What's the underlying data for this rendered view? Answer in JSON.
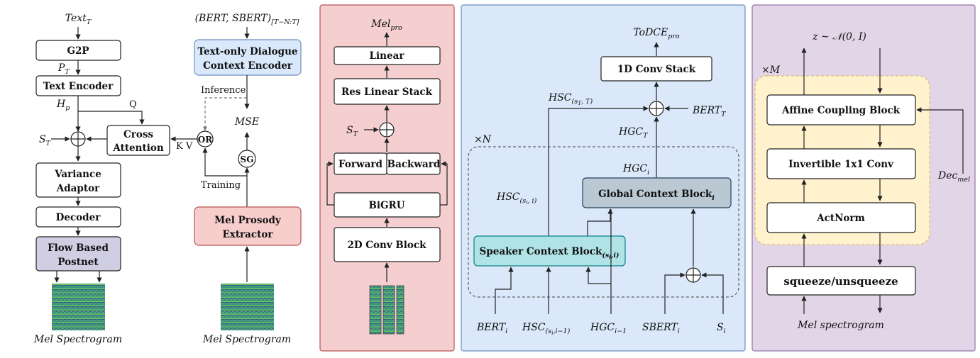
{
  "left": {
    "text_t": "Text",
    "text_t_sub": "T",
    "g2p": "G2P",
    "p_t": "P",
    "p_t_sub": "T",
    "text_encoder": "Text Encoder",
    "h_p": "H",
    "h_p_sub": "p",
    "q": "Q",
    "s_t": "S",
    "s_t_sub": "T",
    "cross_attention_1": "Cross",
    "cross_attention_2": "Attention",
    "kv": "K V",
    "or": "OR",
    "variance_1": "Variance",
    "variance_2": "Adaptor",
    "decoder": "Decoder",
    "postnet_1": "Flow Based",
    "postnet_2": "Postnet",
    "mel_out": "Mel Spectrogram",
    "bert_in": "(BERT, SBERT)",
    "bert_in_sub": "[T−N:T]",
    "dialogue_1": "Text-only Dialogue",
    "dialogue_2": "Context Encoder",
    "inference": "Inference",
    "mse": "MSE",
    "sg": "SG",
    "training": "Training",
    "prosody_1": "Mel Prosody",
    "prosody_2": "Extractor",
    "mel_in": "Mel Spectrogram"
  },
  "mid": {
    "mel_pro": "Mel",
    "mel_pro_sub": "pro",
    "linear": "Linear",
    "res_linear": "Res Linear Stack",
    "s_t": "S",
    "s_t_sub": "T",
    "forward": "Forward",
    "backward": "Backward",
    "bigru": "BiGRU",
    "conv2d": "2D Conv Block"
  },
  "ctx": {
    "todce": "ToDCE",
    "todce_sub": "pro",
    "conv1d": "1D Conv Stack",
    "hsc_top": "HSC",
    "hsc_top_sub": "(s",
    "hsc_top_sub2": "T",
    "hsc_top_sub3": ", T)",
    "bert_t": "BERT",
    "bert_t_sub": "T",
    "hgc_t": "HGC",
    "hgc_t_sub": "T",
    "times_n": "×N",
    "hgc_i": "HGC",
    "hgc_i_sub": "i",
    "hsc_si": "HSC",
    "hsc_si_sub": "(s",
    "hsc_si_sub2": "i",
    "hsc_si_sub3": ", i)",
    "global_block": "Global Context Block",
    "global_block_sub": "i",
    "speaker_block": "Speaker Context Block",
    "speaker_block_sub": "(s",
    "speaker_block_sub2": "i",
    "speaker_block_sub3": ",i)",
    "in_bert": "BERT",
    "in_bert_sub": "i",
    "in_hsc": "HSC",
    "in_hsc_sub": "(s",
    "in_hsc_sub2": "i",
    "in_hsc_sub3": ",i−1)",
    "in_hgc": "HGC",
    "in_hgc_sub": "i−1",
    "in_sbert": "SBERT",
    "in_sbert_sub": "i",
    "in_s": "S",
    "in_s_sub": "i"
  },
  "flow": {
    "z": "z ∼ 𝒩(0, I)",
    "times_m": "×M",
    "affine": "Affine Coupling Block",
    "invertible": "Invertible 1x1 Conv",
    "actnorm": "ActNorm",
    "dec_mel": "Dec",
    "dec_mel_sub": "mel",
    "squeeze": "squeeze/unsqueeze",
    "mel_in": "Mel spectrogram"
  },
  "colors": {
    "panel_pink": "#f5cfd0",
    "panel_blue": "#dae8f9",
    "panel_purple": "#e2d5e8",
    "dialogue_box": "#dae8fc",
    "prosody_box": "#f8cecc",
    "postnet_box": "#d0cee2",
    "global_box": "#bac8d3",
    "speaker_box": "#b0e3e6",
    "flow_inner": "#fff2cc"
  }
}
